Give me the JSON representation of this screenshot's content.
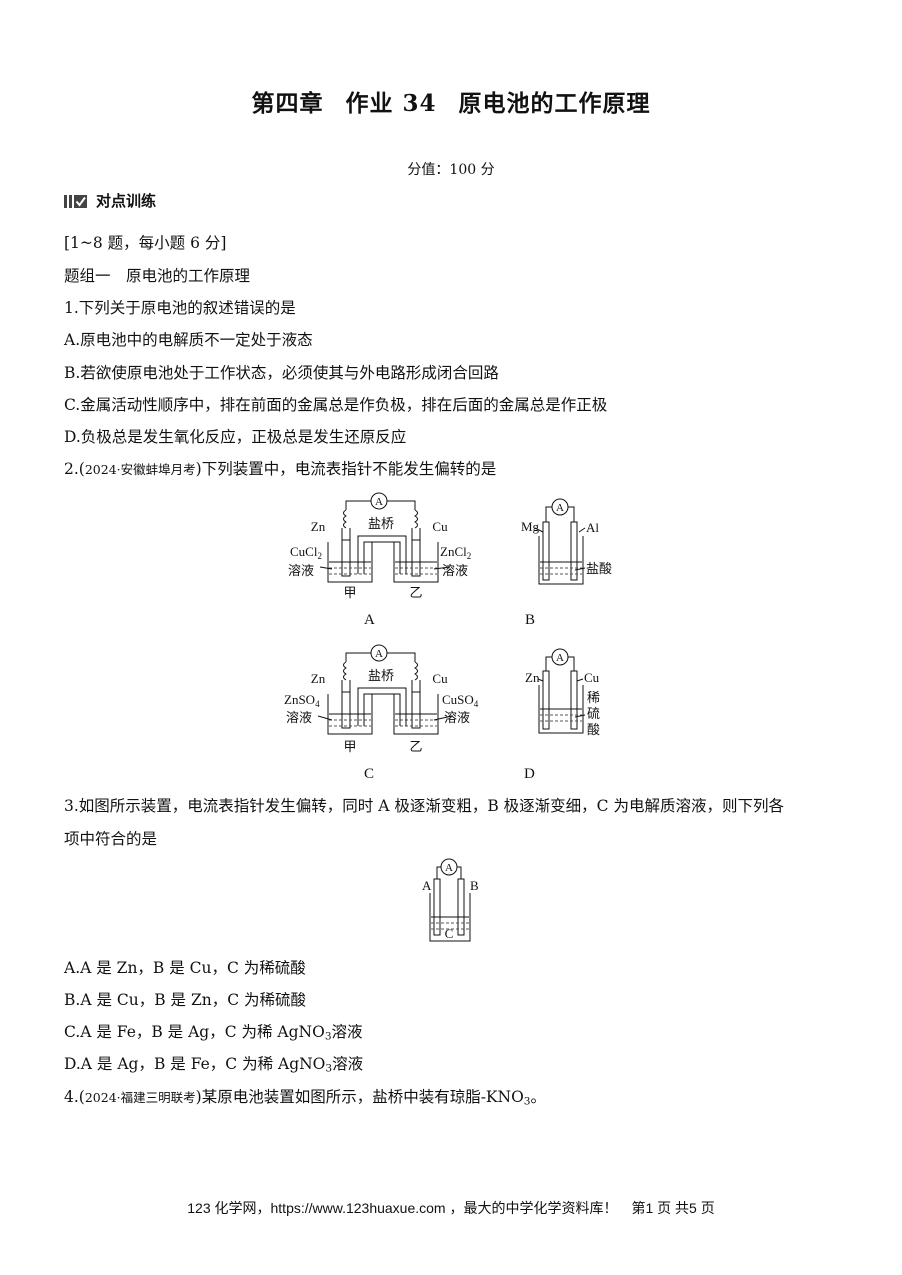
{
  "header": {
    "chapter": "第四章",
    "assignment": "作业 34",
    "topic": "原电池的工作原理",
    "score": "分值：100 分"
  },
  "section": {
    "title": "对点训练",
    "range": "[1~8 题，每小题 6 分]",
    "group": "题组一　原电池的工作原理"
  },
  "q1": {
    "stem": "1.下列关于原电池的叙述错误的是",
    "a": "A.原电池中的电解质不一定处于液态",
    "b": "B.若欲使原电池处于工作状态，必须使其与外电路形成闭合回路",
    "c": "C.金属活动性顺序中，排在前面的金属总是作负极，排在后面的金属总是作正极",
    "d": "D.负极总是发生氧化反应，正极总是发生还原反应"
  },
  "q2": {
    "prefix": "2.(",
    "source": "2024·安徽蚌埠月考",
    "stem": ")下列装置中，电流表指针不能发生偏转的是",
    "figA": {
      "left_el": "Zn",
      "right_el": "Cu",
      "bridge": "盐桥",
      "left_sol": "CuCl",
      "left_sub": "2",
      "right_sol": "ZnCl",
      "right_sub": "2",
      "sol_word": "溶液",
      "left_name": "甲",
      "right_name": "乙",
      "letter": "A"
    },
    "figB": {
      "left_el": "Mg",
      "right_el": "Al",
      "sol": "盐酸",
      "letter": "B"
    },
    "figC": {
      "left_el": "Zn",
      "right_el": "Cu",
      "bridge": "盐桥",
      "left_sol": "ZnSO",
      "left_sub": "4",
      "right_sol": "CuSO",
      "right_sub": "4",
      "sol_word": "溶液",
      "left_name": "甲",
      "right_name": "乙",
      "letter": "C"
    },
    "figD": {
      "left_el": "Zn",
      "right_el": "Cu",
      "sol1": "稀",
      "sol2": "硫",
      "sol3": "酸",
      "letter": "D"
    },
    "meter": "A"
  },
  "q3": {
    "stem1": "3.如图所示装置，电流表指针发生偏转，同时 A 极逐渐变粗，B 极逐渐变细，C 为电解质溶液，则下列各",
    "stem2": "项中符合的是",
    "fig": {
      "left": "A",
      "right": "B",
      "sol": "C",
      "meter": "A"
    },
    "a": "A.A 是 Zn，B 是 Cu，C 为稀硫酸",
    "b": "B.A 是 Cu，B 是 Zn，C 为稀硫酸",
    "c": "C.A 是 Fe，B 是 Ag，C 为稀 AgNO",
    "c_sub": "3",
    "c_tail": "溶液",
    "d": "D.A 是 Ag，B 是 Fe，C 为稀 AgNO",
    "d_sub": "3",
    "d_tail": "溶液"
  },
  "q4": {
    "prefix": "4.(",
    "source": "2024·福建三明联考",
    "stem": ")某原电池装置如图所示，盐桥中装有琼脂-KNO",
    "sub": "3",
    "tail": "。"
  },
  "footer": {
    "text": "123 化学网，https://www.123huaxue.com ，最大的中学化学资料库！　第1 页 共5 页"
  }
}
